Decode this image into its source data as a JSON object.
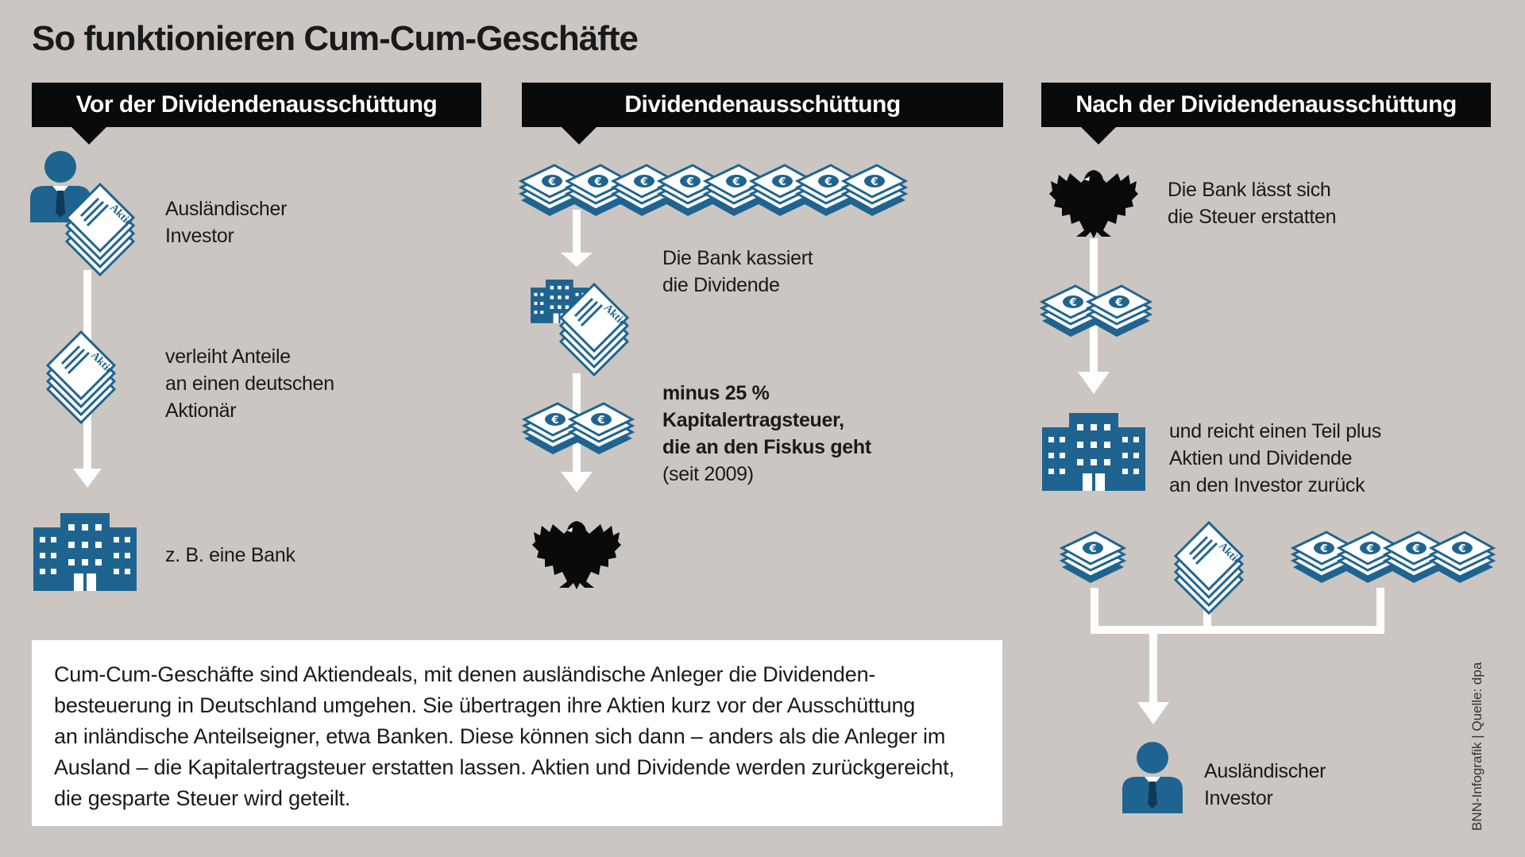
{
  "title": "So funktionieren Cum-Cum-Geschäfte",
  "headers": {
    "before": "Vor der Dividendenausschüttung",
    "during": "Dividendenausschüttung",
    "after": "Nach der Dividendenausschüttung"
  },
  "before": {
    "investor": [
      "Ausländischer",
      "Investor"
    ],
    "lends": [
      "verleiht Anteile",
      "an einen deutschen",
      "Aktionär"
    ],
    "bank": "z. B. eine Bank"
  },
  "during": {
    "collects": [
      "Die Bank kassiert",
      "die Dividende"
    ],
    "tax_bold": [
      "minus 25 %",
      "Kapitalertragsteuer,",
      "die an den Fiskus geht"
    ],
    "since": "(seit 2009)"
  },
  "after": {
    "refund": [
      "Die Bank lässt sich",
      "die Steuer erstatten"
    ],
    "returns": [
      "und reicht einen Teil plus",
      "Aktien und Dividende",
      "an den Investor zurück"
    ],
    "investor": [
      "Ausländischer",
      "Investor"
    ]
  },
  "share_label": "Aktie",
  "note": [
    "Cum-Cum-Geschäfte sind Aktiendeals, mit denen ausländische Anleger die Dividenden-",
    "besteuerung in Deutschland umgehen. Sie übertragen ihre Aktien kurz vor der Ausschüttung",
    "an inländische Anteilseigner, etwa Banken. Diese können sich dann – anders als die Anleger im",
    "Ausland – die Kapitalertragsteuer erstatten lassen. Aktien und Dividende werden zurückgereicht,",
    "die gesparte Steuer wird geteilt."
  ],
  "source": "BNN-Infografik | Quelle: dpa",
  "colors": {
    "blue": "#1f6490",
    "background": "#cbc6c1",
    "header": "#0a0a0a"
  },
  "icons": [
    "person-icon",
    "share-stack-icon",
    "bank-building-icon",
    "euro-stack-icon",
    "federal-eagle-icon"
  ]
}
